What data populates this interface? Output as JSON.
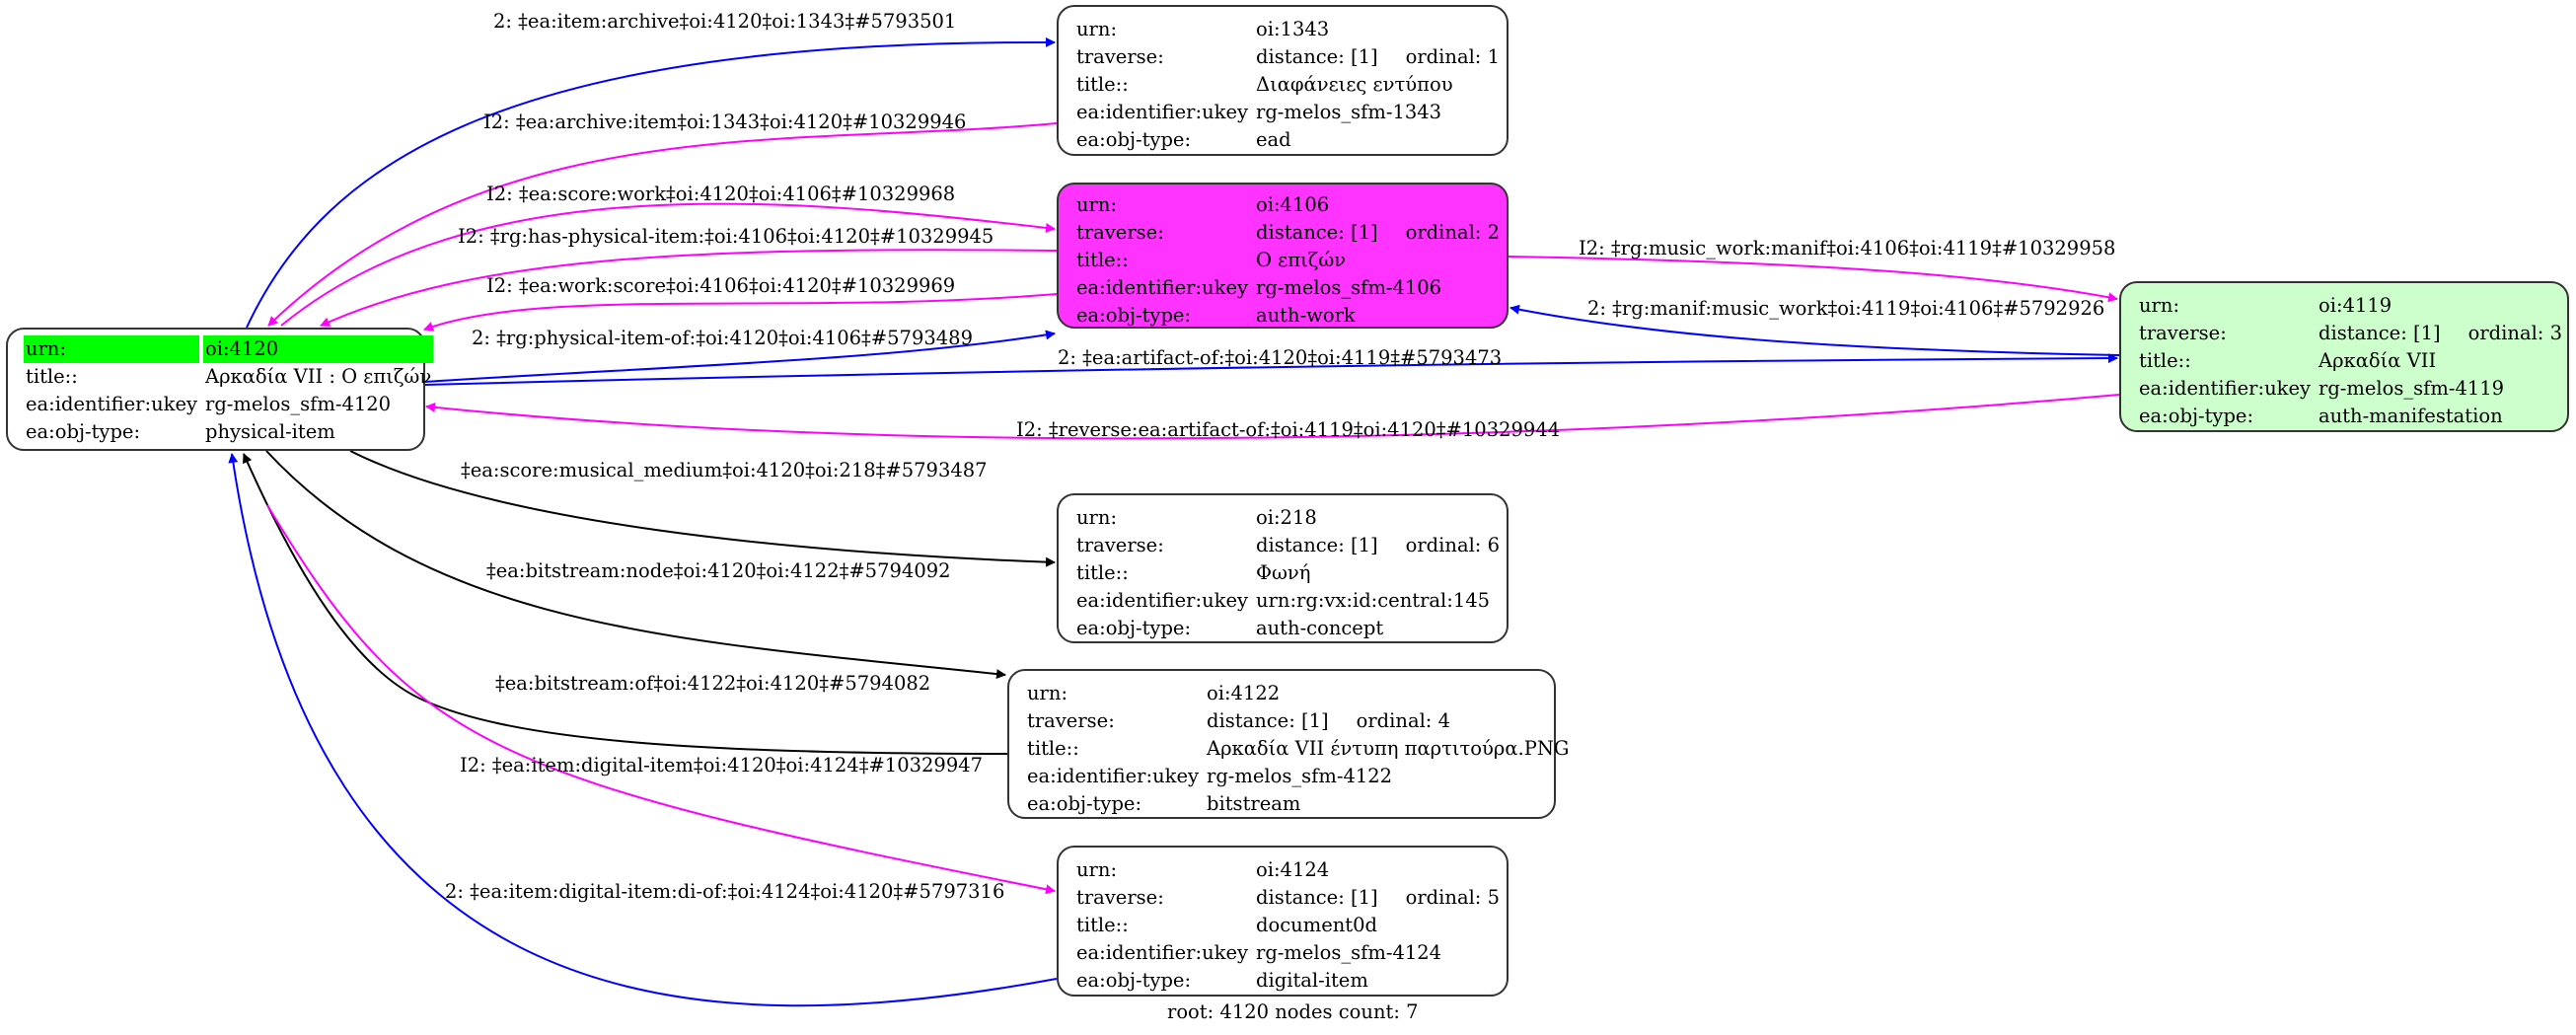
{
  "colors": {
    "blue": "#0000ff",
    "magenta": "#ff00ff",
    "black": "#000000",
    "root_highlight": "#00ff00",
    "work_fill": "#ff33ff",
    "manif_fill": "#ccffcc",
    "default_fill": "#ffffff"
  },
  "field_labels": {
    "urn": "urn:",
    "traverse": "traverse:",
    "title": "title::",
    "ukey": "ea:identifier:ukey",
    "obj_type": "ea:obj-type:"
  },
  "nodes": {
    "n4120": {
      "urn": "oi:4120",
      "title": "Αρκαδία VII : Ο επιζών",
      "ukey": "rg-melos_sfm-4120",
      "obj_type": "physical-item",
      "is_root": true
    },
    "n1343": {
      "urn": "oi:1343",
      "distance": "distance: [1]",
      "ordinal": "ordinal: 1",
      "title": "Διαφάνειες εντύπου",
      "ukey": "rg-melos_sfm-1343",
      "obj_type": "ead"
    },
    "n4106": {
      "urn": "oi:4106",
      "distance": "distance: [1]",
      "ordinal": "ordinal: 2",
      "title": "Ο επιζών",
      "ukey": "rg-melos_sfm-4106",
      "obj_type": "auth-work"
    },
    "n4119": {
      "urn": "oi:4119",
      "distance": "distance: [1]",
      "ordinal": "ordinal: 3",
      "title": "Αρκαδία VII",
      "ukey": "rg-melos_sfm-4119",
      "obj_type": "auth-manifestation"
    },
    "n218": {
      "urn": "oi:218",
      "distance": "distance: [1]",
      "ordinal": "ordinal: 6",
      "title": "Φωνή",
      "ukey": "urn:rg:vx:id:central:145",
      "obj_type": "auth-concept"
    },
    "n4122": {
      "urn": "oi:4122",
      "distance": "distance: [1]",
      "ordinal": "ordinal: 4",
      "title": "Αρκαδία VII έντυπη παρτιτούρα.PNG",
      "ukey": "rg-melos_sfm-4122",
      "obj_type": "bitstream"
    },
    "n4124": {
      "urn": "oi:4124",
      "distance": "distance: [1]",
      "ordinal": "ordinal: 5",
      "title": "document0d",
      "ukey": "rg-melos_sfm-4124",
      "obj_type": "digital-item"
    }
  },
  "edges": [
    {
      "id": "e1",
      "from": "n4120",
      "to": "n1343",
      "color": "blue",
      "label": "2: ‡ea:item:archive‡oi:4120‡oi:1343‡#5793501"
    },
    {
      "id": "e2",
      "from": "n1343",
      "to": "n4120",
      "color": "magenta",
      "label": "I2: ‡ea:archive:item‡oi:1343‡oi:4120‡#10329946"
    },
    {
      "id": "e3",
      "from": "n4120",
      "to": "n4106",
      "color": "magenta",
      "label": "I2: ‡ea:score:work‡oi:4120‡oi:4106‡#10329968"
    },
    {
      "id": "e4",
      "from": "n4106",
      "to": "n4120",
      "color": "magenta",
      "label": "I2: ‡rg:has-physical-item:‡oi:4106‡oi:4120‡#10329945"
    },
    {
      "id": "e5",
      "from": "n4106",
      "to": "n4120",
      "color": "magenta",
      "label": "I2: ‡ea:work:score‡oi:4106‡oi:4120‡#10329969"
    },
    {
      "id": "e6",
      "from": "n4120",
      "to": "n4106",
      "color": "blue",
      "label": "2: ‡rg:physical-item-of:‡oi:4120‡oi:4106‡#5793489"
    },
    {
      "id": "e7",
      "from": "n4106",
      "to": "n4119",
      "color": "magenta",
      "label": "I2: ‡rg:music_work:manif‡oi:4106‡oi:4119‡#10329958"
    },
    {
      "id": "e8",
      "from": "n4119",
      "to": "n4106",
      "color": "blue",
      "label": "2: ‡rg:manif:music_work‡oi:4119‡oi:4106‡#5792926"
    },
    {
      "id": "e9",
      "from": "n4120",
      "to": "n4119",
      "color": "blue",
      "label": "2: ‡ea:artifact-of:‡oi:4120‡oi:4119‡#5793473"
    },
    {
      "id": "e10",
      "from": "n4119",
      "to": "n4120",
      "color": "magenta",
      "label": "I2: ‡reverse:ea:artifact-of:‡oi:4119‡oi:4120‡#10329944"
    },
    {
      "id": "e11",
      "from": "n4120",
      "to": "n218",
      "color": "black",
      "label": "‡ea:score:musical_medium‡oi:4120‡oi:218‡#5793487"
    },
    {
      "id": "e12",
      "from": "n4120",
      "to": "n4122",
      "color": "black",
      "label": "‡ea:bitstream:node‡oi:4120‡oi:4122‡#5794092"
    },
    {
      "id": "e13",
      "from": "n4122",
      "to": "n4120",
      "color": "black",
      "label": "‡ea:bitstream:of‡oi:4122‡oi:4120‡#5794082"
    },
    {
      "id": "e14",
      "from": "n4120",
      "to": "n4124",
      "color": "magenta",
      "label": "I2: ‡ea:item:digital-item‡oi:4120‡oi:4124‡#10329947"
    },
    {
      "id": "e15",
      "from": "n4124",
      "to": "n4120",
      "color": "blue",
      "label": "2: ‡ea:item:digital-item:di-of:‡oi:4124‡oi:4120‡#5797316"
    }
  ],
  "footer": "root: 4120 nodes count: 7"
}
